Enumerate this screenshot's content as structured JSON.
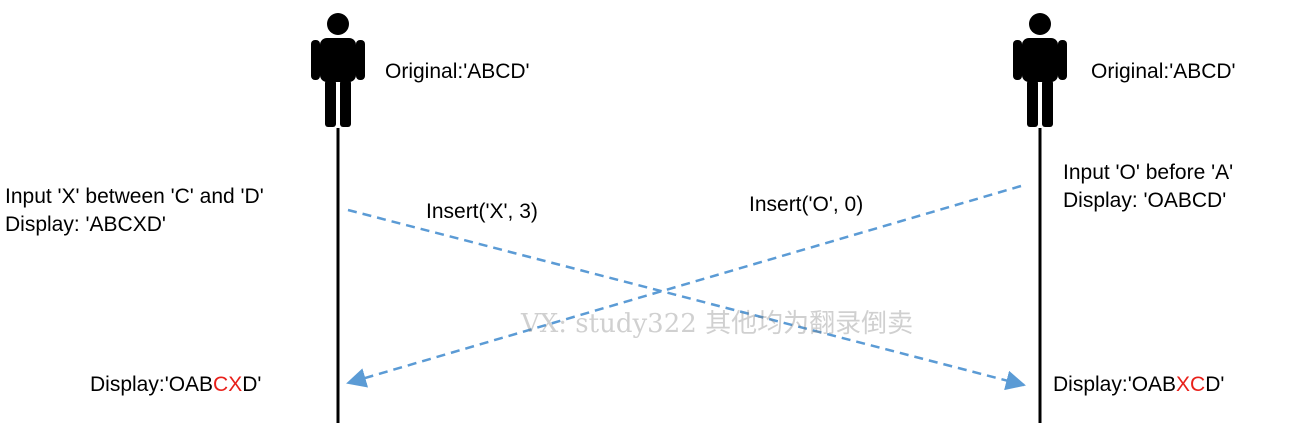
{
  "left": {
    "original": "Original:'ABCD'",
    "action_line1": "Input 'X' between 'C' and 'D'",
    "action_line2": "Display: 'ABCXD'",
    "final_prefix": "Display:'OAB",
    "final_red": "CX",
    "final_suffix": "D'"
  },
  "right": {
    "original": "Original:'ABCD'",
    "action_line1": "Input 'O' before 'A'",
    "action_line2": "Display: 'OABCD'",
    "final_prefix": "Display:'OAB",
    "final_red": "XC",
    "final_suffix": "D'"
  },
  "messages": {
    "left_to_right": "Insert('X',  3)",
    "right_to_left": "Insert('O', 0)"
  },
  "watermark": "VX: study322 其他均为翻录倒卖",
  "icons": [
    "person-icon",
    "person-icon"
  ],
  "colors": {
    "arrow": "#5b9bd5",
    "highlight": "#e8201a",
    "text": "#000000"
  }
}
